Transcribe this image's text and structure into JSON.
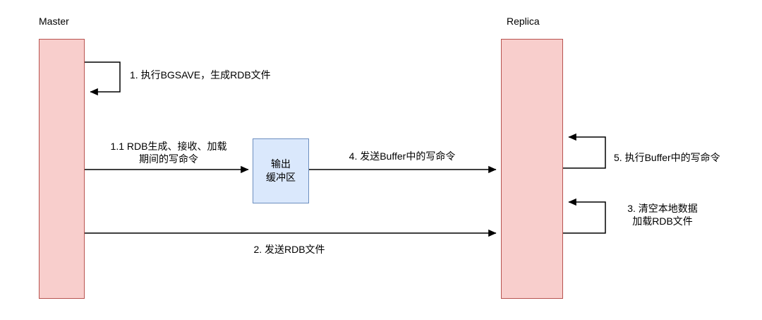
{
  "diagram": {
    "master": {
      "label": "Master"
    },
    "replica": {
      "label": "Replica"
    },
    "buffer_box": {
      "line1": "输出",
      "line2": "缓冲区"
    },
    "steps": {
      "step1": "1. 执行BGSAVE，生成RDB文件",
      "step1_1_line1": "1.1 RDB生成、接收、加载",
      "step1_1_line2": "期间的写命令",
      "step2": "2. 发送RDB文件",
      "step3_line1": "3. 清空本地数据",
      "step3_line2": "加载RDB文件",
      "step4": "4. 发送Buffer中的写命令",
      "step5": "5. 执行Buffer中的写命令"
    },
    "colors": {
      "lifeline_fill": "#f8cecc",
      "lifeline_stroke": "#b85450",
      "buffer_fill": "#dae8fc",
      "buffer_stroke": "#6c8ebf",
      "arrow": "#000000",
      "text": "#000000",
      "background": "#ffffff"
    }
  }
}
